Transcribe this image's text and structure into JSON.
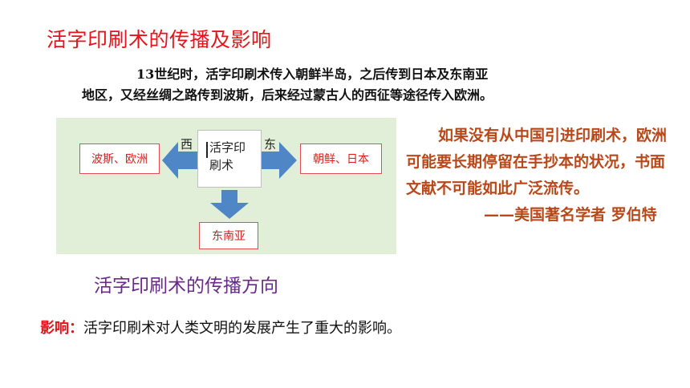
{
  "title": "活字印刷术的传播及影响",
  "intro": {
    "line1": "13世纪时，活字印刷术传入朝鲜半岛，之后传到日本及东南亚",
    "line2": "地区，又经丝绸之路传到波斯，后来经过蒙古人的西征等途径传入欧洲。"
  },
  "diagram": {
    "center_line1": "活字印",
    "center_line2": "刷术",
    "west_label": "西",
    "east_label": "东",
    "west_box": "波斯、欧洲",
    "east_box": "朝鲜、日本",
    "south_box": "东南亚",
    "colors": {
      "background": "#e2efd8",
      "arrow": "#4f86c6",
      "box_text": "#d81e1e"
    }
  },
  "quote": {
    "line1": "如果没有从中国引进印刷术，欧洲",
    "line2": "可能要长期停留在手抄本的状况，书面",
    "line3": "文献不可能如此广泛流传。",
    "line4": "——美国著名学者   罗伯特"
  },
  "caption": "活字印刷术的传播方向",
  "impact": {
    "label": "影响：",
    "text": "活字印刷术对人类文明的发展产生了重大的影响。"
  }
}
